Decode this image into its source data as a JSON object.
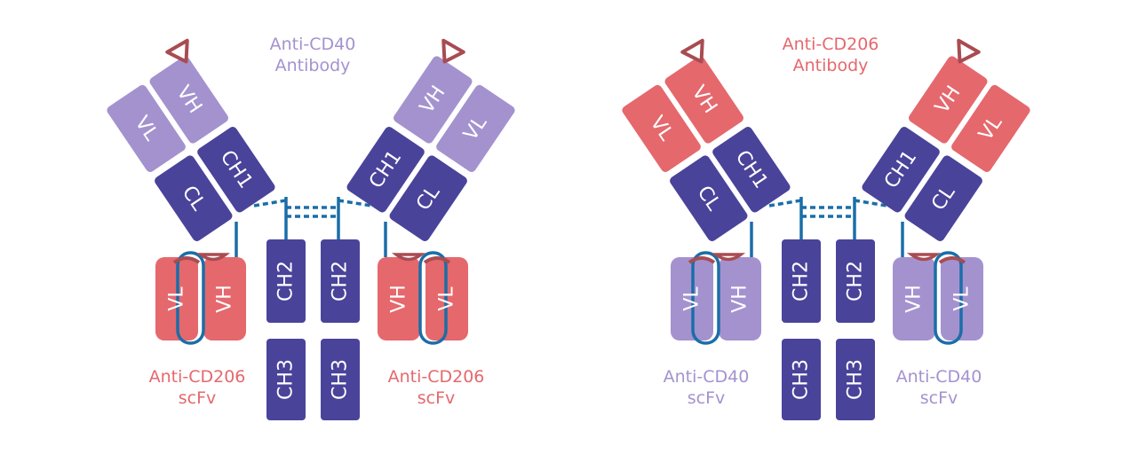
{
  "colors": {
    "constant": "#4a439a",
    "cd40": "#a492cf",
    "cd206": "#e5686d",
    "linker": "#1a6ea8",
    "antigen": "#a84c52",
    "text_cd40": "#a492cf",
    "text_cd206": "#e5686d"
  },
  "domains": {
    "vl": "VL",
    "vh": "VH",
    "cl": "CL",
    "ch1": "CH1",
    "ch2": "CH2",
    "ch3": "CH3"
  },
  "left": {
    "antibody_line1": "Anti-CD40",
    "antibody_line2": "Antibody",
    "scfv_left_line1": "Anti-CD206",
    "scfv_left_line2": "scFv",
    "scfv_right_line1": "Anti-CD206",
    "scfv_right_line2": "scFv"
  },
  "right": {
    "antibody_line1": "Anti-CD206",
    "antibody_line2": "Antibody",
    "scfv_left_line1": "Anti-CD40",
    "scfv_left_line2": "scFv",
    "scfv_right_line1": "Anti-CD40",
    "scfv_right_line2": "scFv"
  }
}
